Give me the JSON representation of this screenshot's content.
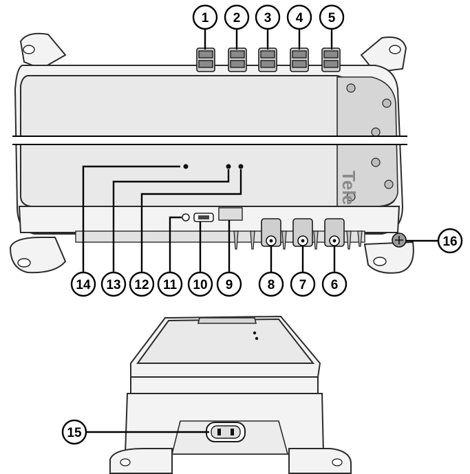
{
  "callouts": [
    {
      "id": "c1",
      "label": "1"
    },
    {
      "id": "c2",
      "label": "2"
    },
    {
      "id": "c3",
      "label": "3"
    },
    {
      "id": "c4",
      "label": "4"
    },
    {
      "id": "c5",
      "label": "5"
    },
    {
      "id": "c6",
      "label": "6"
    },
    {
      "id": "c7",
      "label": "7"
    },
    {
      "id": "c8",
      "label": "8"
    },
    {
      "id": "c9",
      "label": "9"
    },
    {
      "id": "c10",
      "label": "10"
    },
    {
      "id": "c11",
      "label": "11"
    },
    {
      "id": "c12",
      "label": "12"
    },
    {
      "id": "c13",
      "label": "13"
    },
    {
      "id": "c14",
      "label": "14"
    },
    {
      "id": "c15",
      "label": "15"
    },
    {
      "id": "c16",
      "label": "16"
    }
  ],
  "brand_text": "Tele"
}
